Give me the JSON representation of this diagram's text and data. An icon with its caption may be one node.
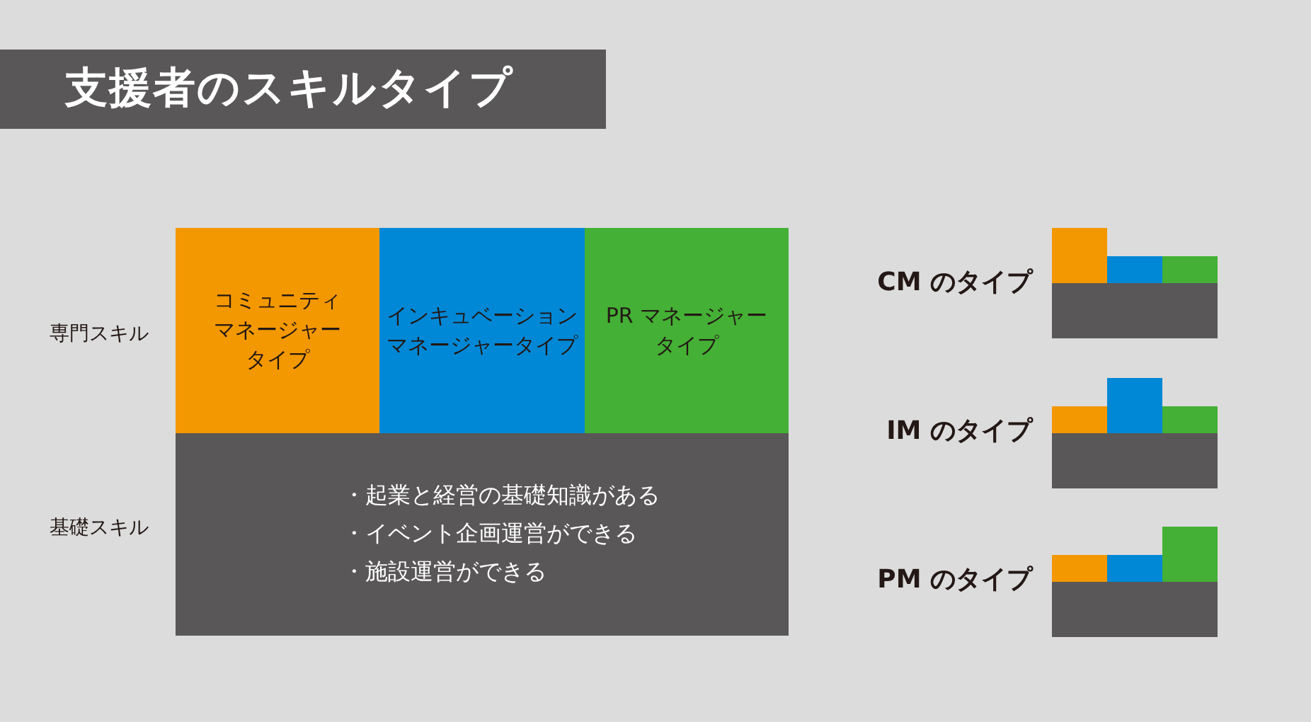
{
  "diagram": {
    "title": "支援者のスキルタイプ",
    "nodes": [
      {
        "text": [
          "コミュニティマネージャータイプ"
        ]
      },
      {
        "text": [
          "インキュベーションマネージャータイプ"
        ]
      },
      {
        "text": [
          "PR マネージャータイプ"
        ]
      },
      {
        "text": [
          "・起業と経営の基礎知識がある",
          "・イベント企画運営ができる",
          "・施設運営ができる"
        ]
      },
      {
        "text": [],
        "shape": "bar",
        "beside": [
          "CM のタイプ"
        ]
      },
      {
        "text": [],
        "shape": "bar",
        "beside": [
          "IM のタイプ"
        ]
      },
      {
        "text": [],
        "shape": "bar",
        "beside": [
          "PM のタイプ"
        ]
      }
    ],
    "labels": [
      "専門スキル",
      "基礎スキル"
    ]
  }
}
